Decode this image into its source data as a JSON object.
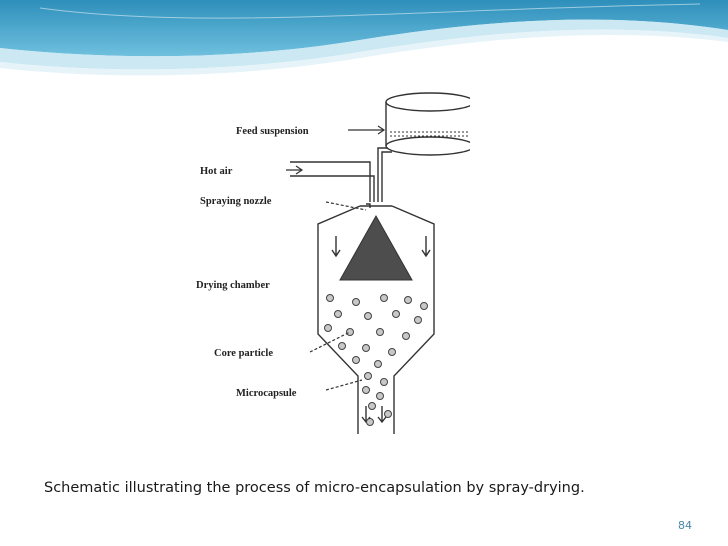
{
  "slide": {
    "caption": "Schematic illustrating the process of micro-encapsulation by spray-drying.",
    "page_number": "84"
  },
  "diagram": {
    "labels": {
      "feed_suspension": "Feed suspension",
      "hot_air": "Hot air",
      "spraying_nozzle": "Spraying nozzle",
      "drying_chamber": "Drying chamber",
      "core_particle": "Core particle",
      "microcapsule": "Microcapsule"
    }
  },
  "colors": {
    "header_wave": "#3a9bc4",
    "header_wave_light": "#a8d8ea",
    "page_number": "#4a87a8",
    "diagram_line": "#333333",
    "spray_cone": "#4d4d4d"
  }
}
